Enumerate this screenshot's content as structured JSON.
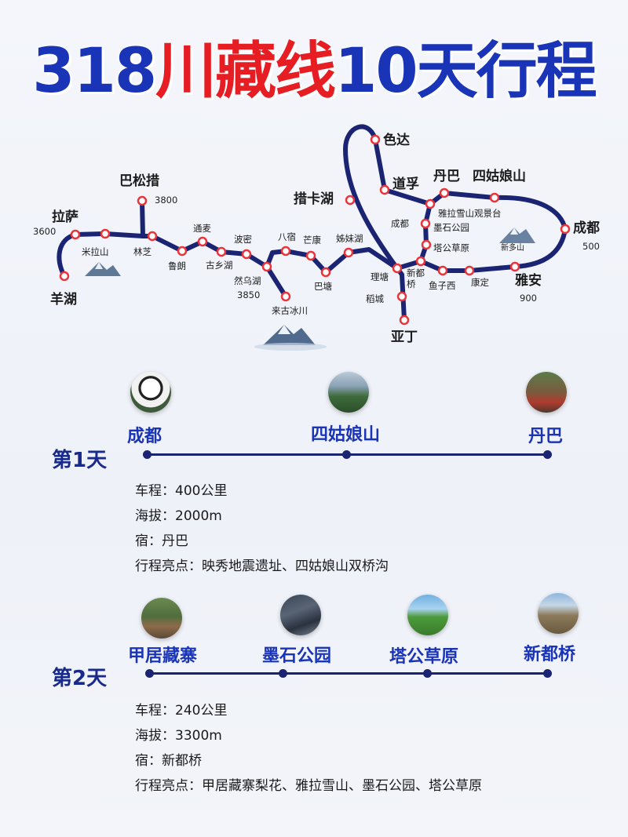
{
  "title": {
    "part1": "318",
    "part2": "川藏线",
    "part3": "10天行程"
  },
  "map": {
    "places": {
      "lhasa": "拉萨",
      "yanghu": "羊湖",
      "milashan": "米拉山",
      "linzhi": "林芝",
      "basongcuo": "巴松措",
      "lulang": "鲁朗",
      "tongmai": "通麦",
      "guxianghu": "古乡湖",
      "bomi": "波密",
      "ranwuhu": "然乌湖",
      "laigubingchuan": "来古冰川",
      "basu": "八宿",
      "mangkang": "芒康",
      "batang": "巴塘",
      "zimeihu": "姊妹湖",
      "cuokahu": "措卡湖",
      "litang": "理塘",
      "daocheng": "稻城",
      "yading": "亚丁",
      "seda": "色达",
      "daofu": "道孚",
      "danba": "丹巴",
      "siguniangshan": "四姑娘山",
      "chengdu": "成都",
      "yaan": "雅安",
      "kangding": "康定",
      "yuzixi": "鱼子西",
      "xindu": "新都",
      "qiao": "桥",
      "chengdu2": "成都",
      "yalaxueshan": "雅拉雪山观景台",
      "moshigongyuan": "墨石公园",
      "tagongcaoyuan": "塔公草原",
      "xinduoshan": "新多山"
    },
    "altitudes": {
      "lhasa": "3600",
      "basongcuo": "3800",
      "ranwuhu": "3850",
      "chengdu": "500",
      "yaan": "900"
    }
  },
  "days": [
    {
      "label": "第1天",
      "stops": [
        "成都",
        "四姑娘山",
        "丹巴"
      ],
      "details": {
        "distance_label": "车程：",
        "distance": "400公里",
        "altitude_label": "海拔：",
        "altitude": "2000m",
        "stay_label": "宿：",
        "stay": "丹巴",
        "highlights_label": "行程亮点：",
        "highlights": "映秀地震遗址、四姑娘山双桥沟"
      }
    },
    {
      "label": "第2天",
      "stops": [
        "甲居藏寨",
        "墨石公园",
        "塔公草原",
        "新都桥"
      ],
      "details": {
        "distance_label": "车程：",
        "distance": "240公里",
        "altitude_label": "海拔：",
        "altitude": "3300m",
        "stay_label": "宿：",
        "stay": "新都桥",
        "highlights_label": "行程亮点：",
        "highlights": "甲居藏寨梨花、雅拉雪山、墨石公园、塔公草原"
      }
    }
  ],
  "colors": {
    "route": "#1b2472",
    "title_blue": "#1a34b8",
    "title_red": "#e61e23",
    "node": "#e8343a"
  }
}
